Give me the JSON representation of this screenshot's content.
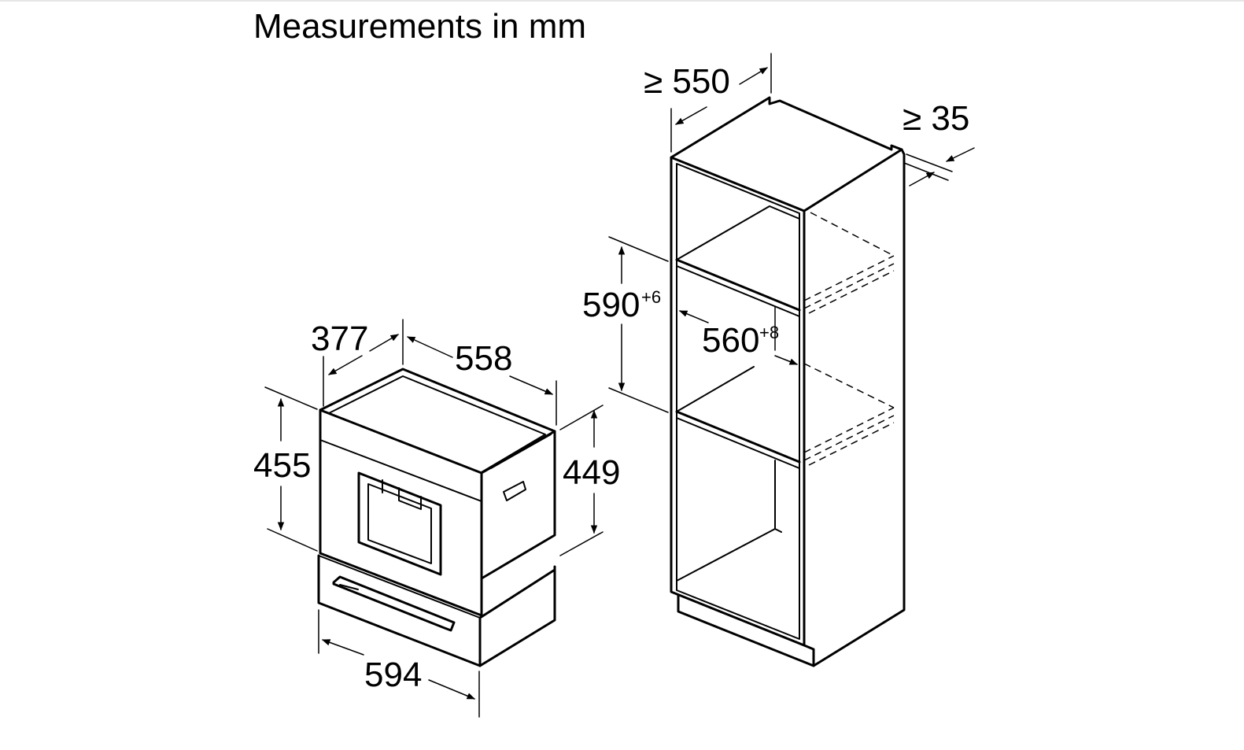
{
  "title": "Measurements in mm",
  "appliance": {
    "width": "594",
    "height_total": "455",
    "height_front": "449",
    "depth": "558",
    "depth_top": "377"
  },
  "cabinet": {
    "depth": "≥ 550",
    "clearance": "≥ 35",
    "niche_height": "590",
    "niche_height_tolerance": "+6",
    "niche_width": "560",
    "niche_width_tolerance": "+8"
  }
}
